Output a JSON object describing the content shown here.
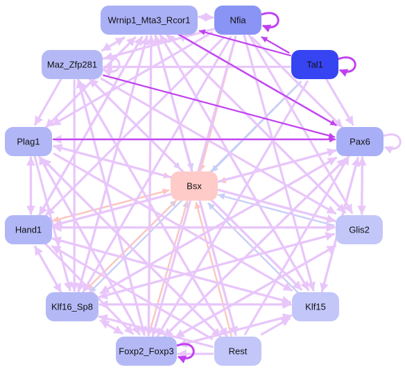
{
  "graph": {
    "nodes": [
      {
        "id": "wrnip1",
        "label": "Wrnip1_Mta3_Rcor1",
        "color": "#aab0f6",
        "text_color": "#111111"
      },
      {
        "id": "nfia",
        "label": "Nfia",
        "color": "#8a94f4",
        "text_color": "#111111"
      },
      {
        "id": "tal1",
        "label": "Tal1",
        "color": "#3644f2",
        "text_color": "#ffffff"
      },
      {
        "id": "maz",
        "label": "Maz_Zfp281",
        "color": "#b4b9f6",
        "text_color": "#111111"
      },
      {
        "id": "pax6",
        "label": "Pax6",
        "color": "#a8aff6",
        "text_color": "#111111"
      },
      {
        "id": "plag1",
        "label": "Plag1",
        "color": "#b0b6f6",
        "text_color": "#111111"
      },
      {
        "id": "bsx",
        "label": "Bsx",
        "color": "#fecbc8",
        "text_color": "#111111"
      },
      {
        "id": "hand1",
        "label": "Hand1",
        "color": "#b0b6f6",
        "text_color": "#111111"
      },
      {
        "id": "glis2",
        "label": "Glis2",
        "color": "#c2c6f8",
        "text_color": "#111111"
      },
      {
        "id": "klf16",
        "label": "Klf16_Sp8",
        "color": "#b4b9f6",
        "text_color": "#111111"
      },
      {
        "id": "klf15",
        "label": "Klf15",
        "color": "#c2c6f8",
        "text_color": "#111111"
      },
      {
        "id": "foxp2",
        "label": "Foxp2_Foxp3",
        "color": "#b4b9f6",
        "text_color": "#111111"
      },
      {
        "id": "rest",
        "label": "Rest",
        "color": "#c2c6f8",
        "text_color": "#111111"
      }
    ],
    "edge_colors": {
      "activate_light": "#e8c6fa",
      "activate_strong": "#c040f0",
      "repress": "#c8cef6",
      "bsx_link": "#fcc6c0"
    },
    "edges": [
      {
        "from": "tal1",
        "to": "nfia",
        "kind": "activate_strong"
      },
      {
        "from": "tal1",
        "to": "wrnip1",
        "kind": "activate_strong"
      },
      {
        "from": "wrnip1",
        "to": "pax6",
        "kind": "activate_strong"
      },
      {
        "from": "maz",
        "to": "pax6",
        "kind": "activate_strong"
      },
      {
        "from": "plag1",
        "to": "pax6",
        "kind": "activate_strong"
      },
      {
        "from": "wrnip1",
        "to": "nfia",
        "kind": "activate_light"
      },
      {
        "from": "nfia",
        "to": "wrnip1",
        "kind": "activate_light"
      },
      {
        "from": "nfia",
        "to": "pax6",
        "kind": "activate_light"
      },
      {
        "from": "nfia",
        "to": "maz",
        "kind": "activate_light"
      },
      {
        "from": "nfia",
        "to": "plag1",
        "kind": "activate_light"
      },
      {
        "from": "nfia",
        "to": "hand1",
        "kind": "activate_light"
      },
      {
        "from": "nfia",
        "to": "klf16",
        "kind": "activate_light"
      },
      {
        "from": "nfia",
        "to": "glis2",
        "kind": "activate_light"
      },
      {
        "from": "nfia",
        "to": "klf15",
        "kind": "activate_light"
      },
      {
        "from": "nfia",
        "to": "foxp2",
        "kind": "activate_light"
      },
      {
        "from": "nfia",
        "to": "bsx",
        "kind": "bsx_link"
      },
      {
        "from": "wrnip1",
        "to": "maz",
        "kind": "activate_light"
      },
      {
        "from": "wrnip1",
        "to": "plag1",
        "kind": "activate_light"
      },
      {
        "from": "wrnip1",
        "to": "hand1",
        "kind": "activate_light"
      },
      {
        "from": "wrnip1",
        "to": "klf16",
        "kind": "activate_light"
      },
      {
        "from": "wrnip1",
        "to": "foxp2",
        "kind": "activate_light"
      },
      {
        "from": "wrnip1",
        "to": "rest",
        "kind": "activate_light"
      },
      {
        "from": "wrnip1",
        "to": "klf15",
        "kind": "activate_light"
      },
      {
        "from": "wrnip1",
        "to": "glis2",
        "kind": "activate_light"
      },
      {
        "from": "wrnip1",
        "to": "bsx",
        "kind": "repress"
      },
      {
        "from": "tal1",
        "to": "maz",
        "kind": "activate_light"
      },
      {
        "from": "tal1",
        "to": "pax6",
        "kind": "activate_light"
      },
      {
        "from": "tal1",
        "to": "bsx",
        "kind": "repress"
      },
      {
        "from": "tal1",
        "to": "klf16",
        "kind": "repress"
      },
      {
        "from": "tal1",
        "to": "foxp2",
        "kind": "activate_light"
      },
      {
        "from": "maz",
        "to": "wrnip1",
        "kind": "activate_light"
      },
      {
        "from": "maz",
        "to": "plag1",
        "kind": "activate_light"
      },
      {
        "from": "maz",
        "to": "klf16",
        "kind": "activate_light"
      },
      {
        "from": "maz",
        "to": "foxp2",
        "kind": "activate_light"
      },
      {
        "from": "maz",
        "to": "klf15",
        "kind": "activate_light"
      },
      {
        "from": "maz",
        "to": "glis2",
        "kind": "activate_light"
      },
      {
        "from": "maz",
        "to": "bsx",
        "kind": "repress"
      },
      {
        "from": "maz",
        "to": "rest",
        "kind": "activate_light"
      },
      {
        "from": "pax6",
        "to": "wrnip1",
        "kind": "activate_light"
      },
      {
        "from": "pax6",
        "to": "plag1",
        "kind": "activate_light"
      },
      {
        "from": "pax6",
        "to": "hand1",
        "kind": "activate_light"
      },
      {
        "from": "pax6",
        "to": "klf16",
        "kind": "activate_light"
      },
      {
        "from": "pax6",
        "to": "foxp2",
        "kind": "activate_light"
      },
      {
        "from": "pax6",
        "to": "glis2",
        "kind": "activate_light"
      },
      {
        "from": "pax6",
        "to": "klf15",
        "kind": "activate_light"
      },
      {
        "from": "pax6",
        "to": "bsx",
        "kind": "bsx_link"
      },
      {
        "from": "plag1",
        "to": "bsx",
        "kind": "bsx_link"
      },
      {
        "from": "plag1",
        "to": "hand1",
        "kind": "activate_light"
      },
      {
        "from": "plag1",
        "to": "klf16",
        "kind": "activate_light"
      },
      {
        "from": "plag1",
        "to": "foxp2",
        "kind": "activate_light"
      },
      {
        "from": "plag1",
        "to": "glis2",
        "kind": "activate_light"
      },
      {
        "from": "plag1",
        "to": "klf15",
        "kind": "activate_light"
      },
      {
        "from": "plag1",
        "to": "rest",
        "kind": "activate_light"
      },
      {
        "from": "plag1",
        "to": "wrnip1",
        "kind": "activate_light"
      },
      {
        "from": "hand1",
        "to": "pax6",
        "kind": "activate_light"
      },
      {
        "from": "hand1",
        "to": "glis2",
        "kind": "activate_light"
      },
      {
        "from": "hand1",
        "to": "klf16",
        "kind": "activate_light"
      },
      {
        "from": "hand1",
        "to": "foxp2",
        "kind": "activate_light"
      },
      {
        "from": "hand1",
        "to": "klf15",
        "kind": "activate_light"
      },
      {
        "from": "hand1",
        "to": "bsx",
        "kind": "bsx_link"
      },
      {
        "from": "hand1",
        "to": "wrnip1",
        "kind": "activate_light"
      },
      {
        "from": "hand1",
        "to": "plag1",
        "kind": "activate_light"
      },
      {
        "from": "bsx",
        "to": "hand1",
        "kind": "bsx_link"
      },
      {
        "from": "bsx",
        "to": "klf16",
        "kind": "bsx_link"
      },
      {
        "from": "bsx",
        "to": "foxp2",
        "kind": "bsx_link"
      },
      {
        "from": "bsx",
        "to": "plag1",
        "kind": "bsx_link"
      },
      {
        "from": "rest",
        "to": "bsx",
        "kind": "bsx_link"
      },
      {
        "from": "glis2",
        "to": "bsx",
        "kind": "repress"
      },
      {
        "from": "klf15",
        "to": "bsx",
        "kind": "repress"
      },
      {
        "from": "klf16",
        "to": "bsx",
        "kind": "repress"
      },
      {
        "from": "foxp2",
        "to": "bsx",
        "kind": "repress"
      },
      {
        "from": "glis2",
        "to": "pax6",
        "kind": "activate_light"
      },
      {
        "from": "glis2",
        "to": "klf16",
        "kind": "activate_light"
      },
      {
        "from": "glis2",
        "to": "hand1",
        "kind": "activate_light"
      },
      {
        "from": "glis2",
        "to": "foxp2",
        "kind": "activate_light"
      },
      {
        "from": "glis2",
        "to": "plag1",
        "kind": "activate_light"
      },
      {
        "from": "glis2",
        "to": "wrnip1",
        "kind": "activate_light"
      },
      {
        "from": "klf15",
        "to": "klf16",
        "kind": "activate_light"
      },
      {
        "from": "klf15",
        "to": "pax6",
        "kind": "activate_light"
      },
      {
        "from": "klf15",
        "to": "hand1",
        "kind": "activate_light"
      },
      {
        "from": "klf15",
        "to": "foxp2",
        "kind": "activate_light"
      },
      {
        "from": "klf15",
        "to": "wrnip1",
        "kind": "activate_light"
      },
      {
        "from": "klf15",
        "to": "maz",
        "kind": "activate_light"
      },
      {
        "from": "klf16",
        "to": "pax6",
        "kind": "activate_light"
      },
      {
        "from": "klf16",
        "to": "glis2",
        "kind": "activate_light"
      },
      {
        "from": "klf16",
        "to": "klf15",
        "kind": "activate_light"
      },
      {
        "from": "klf16",
        "to": "wrnip1",
        "kind": "activate_light"
      },
      {
        "from": "klf16",
        "to": "hand1",
        "kind": "activate_light"
      },
      {
        "from": "klf16",
        "to": "foxp2",
        "kind": "activate_light"
      },
      {
        "from": "foxp2",
        "to": "klf16",
        "kind": "activate_light"
      },
      {
        "from": "foxp2",
        "to": "pax6",
        "kind": "activate_light"
      },
      {
        "from": "foxp2",
        "to": "glis2",
        "kind": "activate_light"
      },
      {
        "from": "foxp2",
        "to": "klf15",
        "kind": "activate_light"
      },
      {
        "from": "foxp2",
        "to": "wrnip1",
        "kind": "activate_light"
      },
      {
        "from": "foxp2",
        "to": "maz",
        "kind": "activate_light"
      },
      {
        "from": "foxp2",
        "to": "plag1",
        "kind": "activate_light"
      },
      {
        "from": "rest",
        "to": "wrnip1",
        "kind": "activate_light"
      },
      {
        "from": "rest",
        "to": "pax6",
        "kind": "activate_light"
      },
      {
        "from": "rest",
        "to": "klf15",
        "kind": "activate_light"
      },
      {
        "from": "rest",
        "to": "klf16",
        "kind": "activate_light"
      },
      {
        "from": "rest",
        "to": "foxp2",
        "kind": "activate_light"
      },
      {
        "from": "rest",
        "to": "hand1",
        "kind": "activate_light"
      },
      {
        "from": "rest",
        "to": "plag1",
        "kind": "activate_light"
      },
      {
        "from": "rest",
        "to": "maz",
        "kind": "activate_light"
      }
    ],
    "self_loops": [
      {
        "node": "nfia",
        "kind": "activate_strong"
      },
      {
        "node": "tal1",
        "kind": "activate_strong"
      },
      {
        "node": "pax6",
        "kind": "activate_light"
      },
      {
        "node": "maz",
        "kind": "activate_light"
      },
      {
        "node": "foxp2",
        "kind": "activate_strong"
      }
    ]
  }
}
